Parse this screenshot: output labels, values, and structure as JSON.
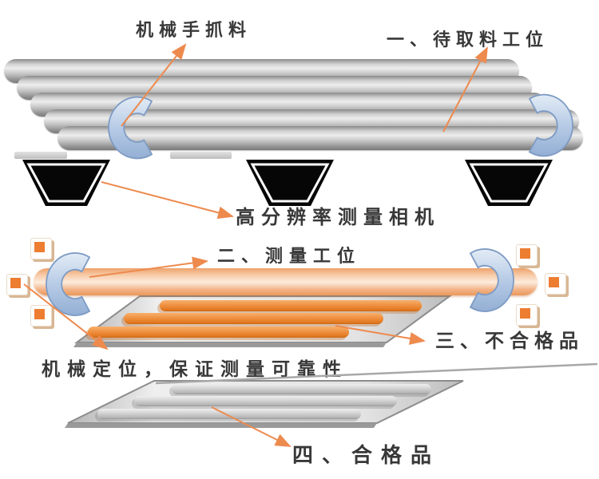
{
  "diagram": {
    "title_implicit": "",
    "labels": {
      "grab": "机械手抓料",
      "station1": "一、待取料工位",
      "camera": "高分辨率测量相机",
      "station2": "二、测量工位",
      "station3": "三、不合格品",
      "positioning": "机械定位，保证测量可靠性",
      "station4": "四、合格品"
    },
    "icons": {
      "clamp": "gripper-clamp-icon",
      "camera": "camera-trapezoid-icon",
      "cube": "sample-block-icon",
      "arrow": "annotation-arrow-icon"
    },
    "colors": {
      "arrow_orange": "#ED8A4E",
      "label_text": "#383838",
      "clamp_fill_light": "#DCE7F4",
      "clamp_fill_dark": "#93AFD4",
      "clamp_edge": "#7F9CC4",
      "camera_body": "#060606",
      "camera_inner_line": "#FFFFFF",
      "rod_gray": "#C4C4C4",
      "rod_orange_light": "#FCEBDD",
      "tray_rod_orange": "#EF9143",
      "tray_fill": "#E8E8E8",
      "cube_accent": "#ED7D31",
      "background": "#FFFFFF"
    },
    "counts": {
      "waiting_rods": 5,
      "cameras": 3,
      "clamps": 4,
      "sample_cubes": 6,
      "reject_rods": 3,
      "pass_rods": 3
    }
  }
}
